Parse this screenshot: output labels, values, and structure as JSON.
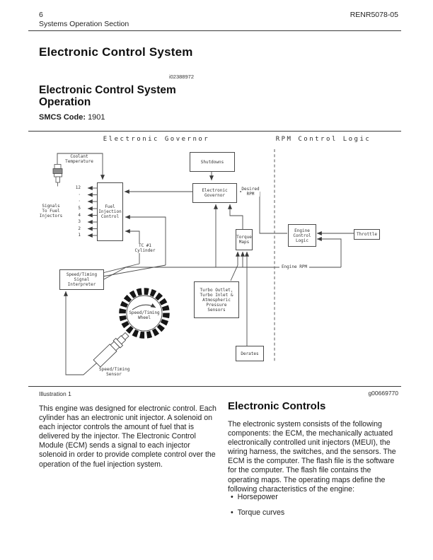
{
  "page": {
    "header": {
      "page_number": "6",
      "section": "Systems Operation Section",
      "doc_number": "RENR5078-05"
    },
    "title": "Electronic Control System",
    "article_id": "i02388972",
    "section_heading": "Electronic Control System\nOperation",
    "smcs_label": "SMCS Code:",
    "smcs_value": "1901",
    "illustration": {
      "caption": "Illustration 1",
      "graphic_id": "g00669770"
    },
    "left_column": {
      "paragraph": "This engine was designed for electronic control. Each cylinder has an electronic unit injector. A solenoid on each injector controls the amount of fuel that is delivered by the injector. The Electronic Control Module (ECM) sends a signal to each injector solenoid in order to provide complete control over the operation of the fuel injection system."
    },
    "right_column": {
      "heading": "Electronic Controls",
      "paragraph": "The electronic system consists of the following components: the ECM, the mechanically actuated electronically controlled unit injectors (MEUI), the wiring harness, the switches, and the sensors. The ECM is the computer. The flash file is the software for the computer. The flash file contains the operating maps. The operating maps define the following characteristics of the engine:",
      "bullets": [
        "Horsepower",
        "Torque curves"
      ]
    }
  },
  "diagram": {
    "left_title": "Electronic Governor",
    "right_title": "RPM Control Logic",
    "boxes": {
      "shutdowns": "Shutdowns",
      "electronic_governor": "Electronic\nGovernor",
      "fuel_injection_control": "Fuel\nInjection\nControl",
      "torque_maps": "Torque\nMaps",
      "engine_control_logic": "Engine\nControl\nLogic",
      "throttle": "Throttle",
      "turbo_sensors": "Turbo Outlet,\nTurbo Inlet &\nAtmospheric\nPressure\nSensors",
      "derates": "Derates",
      "speed_timing_interpreter": "Speed/Timing\nSignal\nInterpreter"
    },
    "labels": {
      "coolant_temperature": "Coolant\nTemperature",
      "signals_to_fuel_injectors": "Signals\nTo Fuel\nInjectors",
      "desired_rpm": "Desired\nRPM",
      "engine_rpm": "Engine RPM",
      "tc1_cylinder": "TC #1\nCylinder",
      "speed_timing_wheel": "Speed/Timing\nWheel",
      "speed_timing_sensor": "Speed/Timing\nSensor"
    },
    "injector_numbers": [
      "12",
      "·",
      "·",
      "5",
      "4",
      "3",
      "2",
      "1"
    ]
  }
}
